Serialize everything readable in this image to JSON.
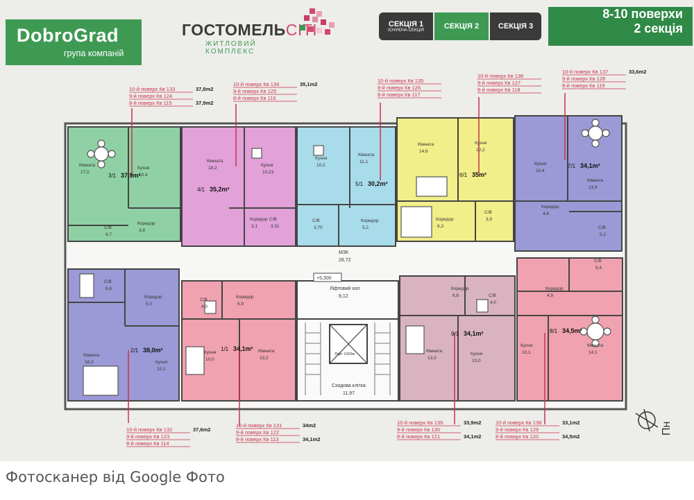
{
  "header": {
    "brand_name": "DobroGrad",
    "brand_sub": "група компаній",
    "project_title": "ГОСТОМЕЛЬ",
    "project_title_accent": "CITI",
    "project_sub": "ЖИТЛОВИЙ КОМПЛЕКС",
    "sections": [
      {
        "label": "СЕКЦІЯ 1",
        "note": "ІСНУЮЧА СЕКЦІЯ"
      },
      {
        "label": "СЕКЦІЯ 2",
        "note": ""
      },
      {
        "label": "СЕКЦІЯ 3",
        "note": ""
      }
    ],
    "floors_line1": "8-10 поверхи",
    "floors_line2": "2 секція"
  },
  "footer": {
    "text": "Фотосканер від Google Фото"
  },
  "colors": {
    "green": "#8fd1a4",
    "pink": "#e2a1d8",
    "cyan": "#a9dcea",
    "yellow": "#f2ee8a",
    "purple": "#9b9ad6",
    "salmon": "#f0a2b0",
    "mauve": "#d9b4c0",
    "red_line": "#c9314a"
  },
  "apartment_labels": [
    {
      "lines": [
        "10-й поверх Кв 133",
        "9-й поверх Кв 124",
        "8-й поверх Кв 115"
      ],
      "area_top": "37,8m2",
      "area_bottom": "37,9m2"
    },
    {
      "lines": [
        "10-й поверх Кв 134",
        "9-й поверх Кв 125",
        "8-й поверх Кв 116"
      ],
      "area_top": "35,1m2",
      "area_bottom": ""
    },
    {
      "lines": [
        "10-й поверх Кв 135",
        "9-й поверх Кв 126",
        "8-й поверх Кв 117"
      ],
      "area_top": "",
      "area_bottom": ""
    },
    {
      "lines": [
        "10-й поверх Кв 136",
        "9-й поверх Кв 127",
        "8-й поверх Кв 118"
      ],
      "area_top": "",
      "area_bottom": ""
    },
    {
      "lines": [
        "10-й поверх Кв 137",
        "9-й поверх Кв 128",
        "8-й поверх Кв 119"
      ],
      "area_top": "33,6m2",
      "area_bottom": ""
    },
    {
      "lines": [
        "10-й поверх Кв 132",
        "9-й поверх Кв 123",
        "8-й поверх Кв 114"
      ],
      "area_top": "37,6m2",
      "area_bottom": ""
    },
    {
      "lines": [
        "10-й поверх Кв 131",
        "9-й поверх Кв 122",
        "8-й поверх Кв 113"
      ],
      "area_top": "34m2",
      "area_bottom": "34,1m2"
    },
    {
      "lines": [
        "10-й поверх Кв 139",
        "9-й поверх Кв 130",
        "8-й поверх Кв 121"
      ],
      "area_top": "33,9m2",
      "area_bottom": "34,1m2"
    },
    {
      "lines": [
        "10-й поверх Кв 138",
        "9-й поверх Кв 129",
        "8-й поверх Кв 120"
      ],
      "area_top": "33,1m2",
      "area_bottom": "34,5m2"
    }
  ],
  "units": [
    {
      "code": "3/1",
      "area": "37,9m²"
    },
    {
      "code": "4/1",
      "area": "35,2m²"
    },
    {
      "code": "5/1",
      "area": "30,2m²"
    },
    {
      "code": "6/1",
      "area": "35m²"
    },
    {
      "code": "7/1",
      "area": "34,1m²"
    },
    {
      "code": "2/1",
      "area": "38,0m²"
    },
    {
      "code": "1/1",
      "area": "34,1m²"
    },
    {
      "code": "9/1",
      "area": "34,1m²"
    },
    {
      "code": "8/1",
      "area": "34,5m²"
    }
  ],
  "rooms": [
    {
      "t": "Кімната",
      "v": "17,0"
    },
    {
      "t": "Кухня",
      "v": "10,4"
    },
    {
      "t": "Коридор",
      "v": "3,8"
    },
    {
      "t": "С/В",
      "v": "6,7"
    },
    {
      "t": "Кімната",
      "v": "18,2"
    },
    {
      "t": "Кухня",
      "v": "10,23"
    },
    {
      "t": "Коридор",
      "v": "3,1"
    },
    {
      "t": "С/В",
      "v": "3,31"
    },
    {
      "t": "Кухня",
      "v": "10,2"
    },
    {
      "t": "Кімната",
      "v": "11,1"
    },
    {
      "t": "С/В",
      "v": "3,70"
    },
    {
      "t": "Коридор",
      "v": "5,2"
    },
    {
      "t": "Кімната",
      "v": "14,6"
    },
    {
      "t": "Кухня",
      "v": "10,2"
    },
    {
      "t": "Коридор",
      "v": "6,3"
    },
    {
      "t": "С/В",
      "v": "3,9"
    },
    {
      "t": "Кухня",
      "v": "10,4"
    },
    {
      "t": "Кімната",
      "v": "13,9"
    },
    {
      "t": "Коридор",
      "v": "4,6"
    },
    {
      "t": "С/В",
      "v": "5,2"
    },
    {
      "t": "С/В",
      "v": "6,6"
    },
    {
      "t": "Коридор",
      "v": "5,0"
    },
    {
      "t": "Кімната",
      "v": "16,3"
    },
    {
      "t": "Кухня",
      "v": "10,1"
    },
    {
      "t": "С/В",
      "v": "4,0"
    },
    {
      "t": "Коридор",
      "v": "6,9"
    },
    {
      "t": "Кухня",
      "v": "10,0"
    },
    {
      "t": "Кімната",
      "v": "13,2"
    },
    {
      "t": "Коридор",
      "v": "6,8"
    },
    {
      "t": "С/В",
      "v": "4,0"
    },
    {
      "t": "Кімната",
      "v": "13,3"
    },
    {
      "t": "Кухня",
      "v": "10,0"
    },
    {
      "t": "С/В",
      "v": "5,4"
    },
    {
      "t": "Коридор",
      "v": "4,9"
    },
    {
      "t": "Кухня",
      "v": "10,1"
    },
    {
      "t": "Кімната",
      "v": "14,1"
    }
  ],
  "common": {
    "mzk_label": "МЗК",
    "mzk_area": "28,72",
    "hall_label": "Ліфтовий хол",
    "hall_area": "8,12",
    "stair_label": "Сходова клітка",
    "stair_area": "11,97",
    "elevator_label": "Ліфт 1000кг",
    "level_mark": "+5,300"
  }
}
